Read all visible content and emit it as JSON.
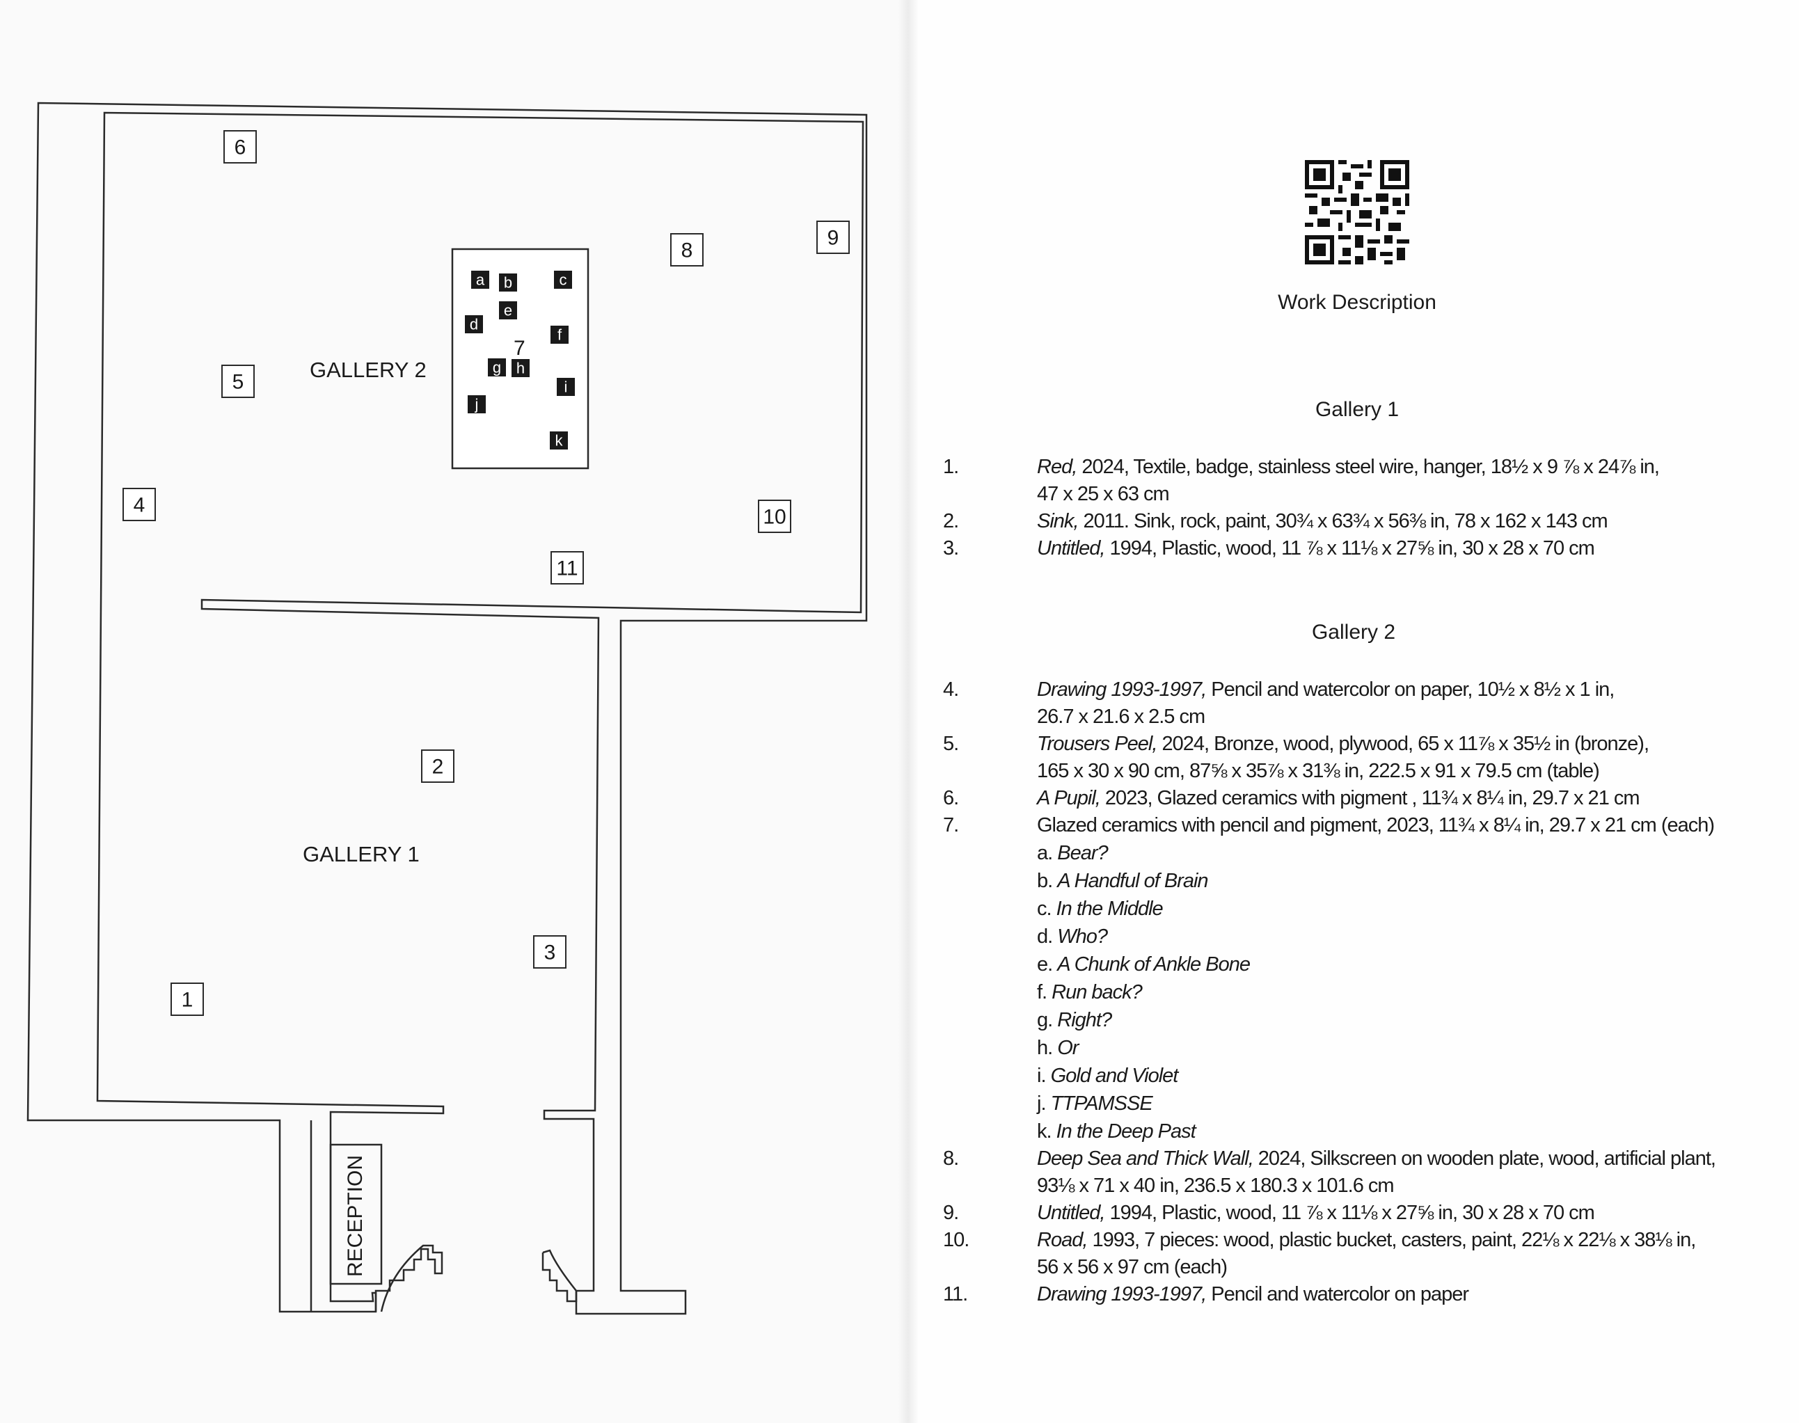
{
  "floor_plan": {
    "gallery2_label": "GALLERY 2",
    "gallery1_label": "GALLERY 1",
    "reception_label": "RECEPTION",
    "center_label": "7",
    "markers": [
      "1",
      "2",
      "3",
      "4",
      "5",
      "6",
      "8",
      "9",
      "10",
      "11"
    ],
    "sub_markers": [
      "a",
      "b",
      "c",
      "d",
      "e",
      "f",
      "g",
      "h",
      "i",
      "j",
      "k"
    ]
  },
  "header": {
    "qr_icon": "qr-code-icon",
    "title": "Work Description"
  },
  "gallery1": {
    "title": "Gallery 1",
    "items": [
      {
        "num": "1.",
        "title": "Red,",
        "text": " 2024, Textile, badge, stainless steel wire, hanger, 18½ x 9 ⅞ x 24⅞ in,",
        "line2": "47 x 25 x 63 cm"
      },
      {
        "num": "2.",
        "title": "Sink,",
        "text": " 2011. Sink, rock, paint, 30¾ x 63¾ x 56⅜ in, 78 x 162 x 143 cm",
        "line2": ""
      },
      {
        "num": "3.",
        "title": "Untitled,",
        "text": " 1994, Plastic, wood, 11 ⅞ x 11⅛ x 27⅝ in, 30 x 28 x 70 cm",
        "line2": ""
      }
    ]
  },
  "gallery2": {
    "title": "Gallery 2",
    "items": [
      {
        "num": "4.",
        "title": "Drawing 1993-1997,",
        "text": " Pencil and watercolor on paper, 10½ x 8½ x 1 in,",
        "line2": "26.7 x 21.6 x 2.5 cm"
      },
      {
        "num": "5.",
        "title": "Trousers Peel,",
        "text": " 2024, Bronze, wood, plywood, 65 x 11⅞ x 35½ in (bronze),",
        "line2": "165 x 30 x 90 cm, 87⅝ x 35⅞ x 31⅜ in, 222.5 x 91 x 79.5 cm (table)"
      },
      {
        "num": "6.",
        "title": "A Pupil,",
        "text": " 2023, Glazed ceramics with pigment , 11¾ x 8¼ in, 29.7 x 21 cm",
        "line2": ""
      },
      {
        "num": "7.",
        "title": "",
        "text": "Glazed ceramics with pencil and pigment, 2023, 11¾ x 8¼ in, 29.7 x 21 cm (each)",
        "line2": ""
      }
    ],
    "sub_items": [
      {
        "letter": "a. ",
        "title": "Bear?"
      },
      {
        "letter": "b. ",
        "title": "A Handful of Brain"
      },
      {
        "letter": "c. ",
        "title": "In the Middle"
      },
      {
        "letter": "d. ",
        "title": "Who?"
      },
      {
        "letter": "e. ",
        "title": "A Chunk of Ankle Bone"
      },
      {
        "letter": "f. ",
        "title": "Run back?"
      },
      {
        "letter": "g. ",
        "title": "Right?"
      },
      {
        "letter": "h. ",
        "title": "Or"
      },
      {
        "letter": "i. ",
        "title": "Gold and Violet"
      },
      {
        "letter": "j. ",
        "title": "TTPAMSSE"
      },
      {
        "letter": "k. ",
        "title": "In the Deep Past"
      }
    ],
    "items_after": [
      {
        "num": "8.",
        "title": "Deep Sea and Thick Wall,",
        "text": " 2024, Silkscreen on wooden plate, wood, artificial plant,",
        "line2": "93⅛ x 71 x 40 in, 236.5 x 180.3 x 101.6 cm"
      },
      {
        "num": "9.",
        "title": "Untitled,",
        "text": " 1994, Plastic, wood, 11 ⅞ x 11⅛ x 27⅝ in, 30 x 28 x 70 cm",
        "line2": ""
      },
      {
        "num": "10.",
        "title": "Road,",
        "text": " 1993, 7 pieces: wood, plastic bucket, casters, paint, 22⅛ x 22⅛ x 38⅛ in,",
        "line2": "56 x 56 x 97 cm (each)"
      },
      {
        "num": "11.",
        "title": "Drawing 1993-1997,",
        "text": " Pencil and watercolor on paper",
        "line2": ""
      }
    ]
  }
}
